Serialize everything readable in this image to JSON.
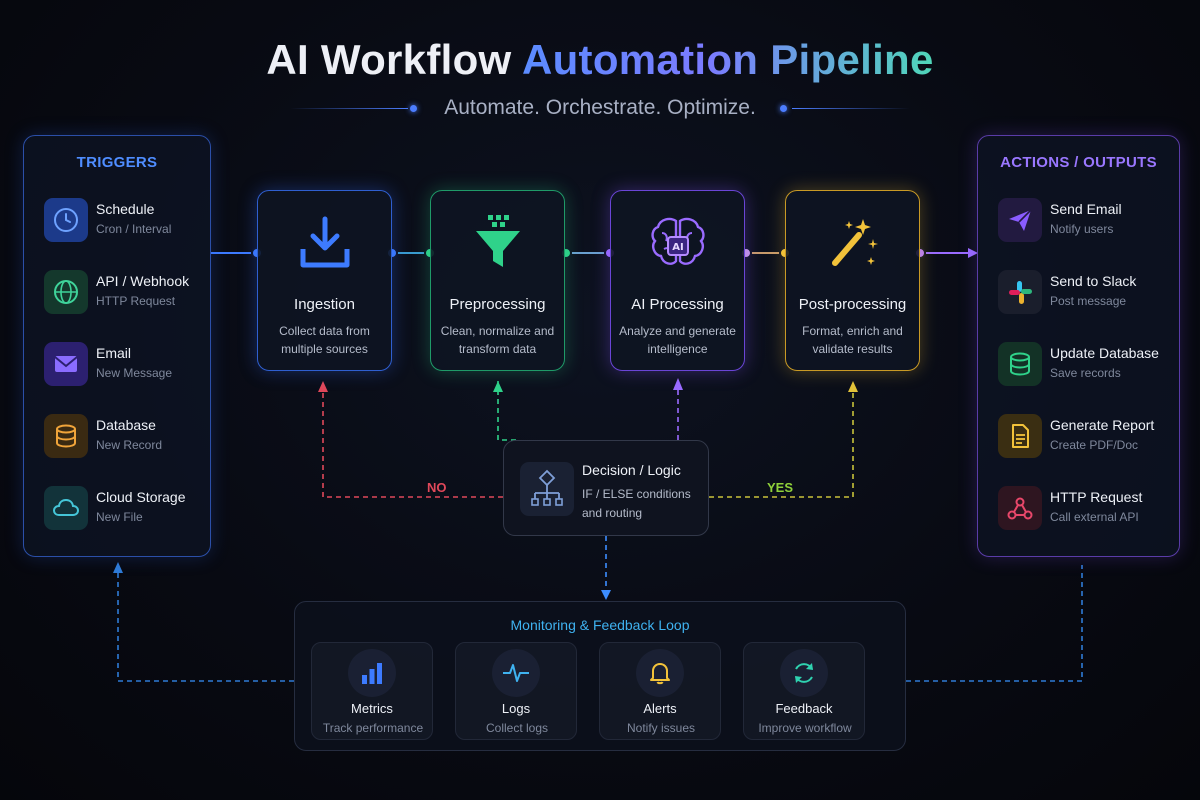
{
  "header": {
    "title_part1": "AI Workflow",
    "title_part2": "Automation Pipeline",
    "subtitle": "Automate. Orchestrate. Optimize."
  },
  "triggers": {
    "title": "TRIGGERS",
    "items": [
      {
        "label": "Schedule",
        "sub": "Cron / Interval",
        "icon": "clock-icon",
        "color": "#3d7bff"
      },
      {
        "label": "API / Webhook",
        "sub": "HTTP Request",
        "icon": "globe-icon",
        "color": "#2fbf8a"
      },
      {
        "label": "Email",
        "sub": "New Message",
        "icon": "mail-icon",
        "color": "#7a5cff"
      },
      {
        "label": "Database",
        "sub": "New Record",
        "icon": "database-icon",
        "color": "#f0a43a"
      },
      {
        "label": "Cloud Storage",
        "sub": "New File",
        "icon": "cloud-icon",
        "color": "#35b7c9"
      }
    ]
  },
  "stages": [
    {
      "name": "Ingestion",
      "desc": "Collect data from multiple sources",
      "icon": "download-icon",
      "color": "#3d7bff"
    },
    {
      "name": "Preprocessing",
      "desc": "Clean, normalize and transform data",
      "icon": "funnel-icon",
      "color": "#2fd28a"
    },
    {
      "name": "AI Processing",
      "desc": "Analyze and generate intelligence",
      "icon": "ai-brain-icon",
      "color": "#9a6bff"
    },
    {
      "name": "Post-processing",
      "desc": "Format, enrich and validate results",
      "icon": "magic-wand-icon",
      "color": "#f2c23a"
    }
  ],
  "decision": {
    "name": "Decision / Logic",
    "desc": "IF / ELSE conditions and routing",
    "icon": "decision-tree-icon",
    "no_label": "NO",
    "yes_label": "YES"
  },
  "actions": {
    "title": "ACTIONS / OUTPUTS",
    "items": [
      {
        "label": "Send Email",
        "sub": "Notify users",
        "icon": "send-icon",
        "color": "#8a5cff"
      },
      {
        "label": "Send to Slack",
        "sub": "Post message",
        "icon": "slack-icon",
        "color": "#e01e5a"
      },
      {
        "label": "Update Database",
        "sub": "Save records",
        "icon": "database-icon",
        "color": "#2fd28a"
      },
      {
        "label": "Generate Report",
        "sub": "Create PDF/Doc",
        "icon": "document-icon",
        "color": "#f2c23a"
      },
      {
        "label": "HTTP Request",
        "sub": "Call external API",
        "icon": "webhook-icon",
        "color": "#e8476a"
      }
    ]
  },
  "monitoring": {
    "title": "Monitoring & Feedback Loop",
    "items": [
      {
        "label": "Metrics",
        "sub": "Track performance",
        "icon": "bar-chart-icon",
        "color": "#3d7bff"
      },
      {
        "label": "Logs",
        "sub": "Collect logs",
        "icon": "pulse-icon",
        "color": "#3fb2f0"
      },
      {
        "label": "Alerts",
        "sub": "Notify issues",
        "icon": "bell-icon",
        "color": "#f2c23a"
      },
      {
        "label": "Feedback",
        "sub": "Improve workflow",
        "icon": "refresh-icon",
        "color": "#2fd2b0"
      }
    ]
  },
  "colors": {
    "trigger_border": "#2b4fa8",
    "action_border": "#5a3ca8",
    "no_color": "#e0485a",
    "yes_color": "#8fd13a"
  }
}
